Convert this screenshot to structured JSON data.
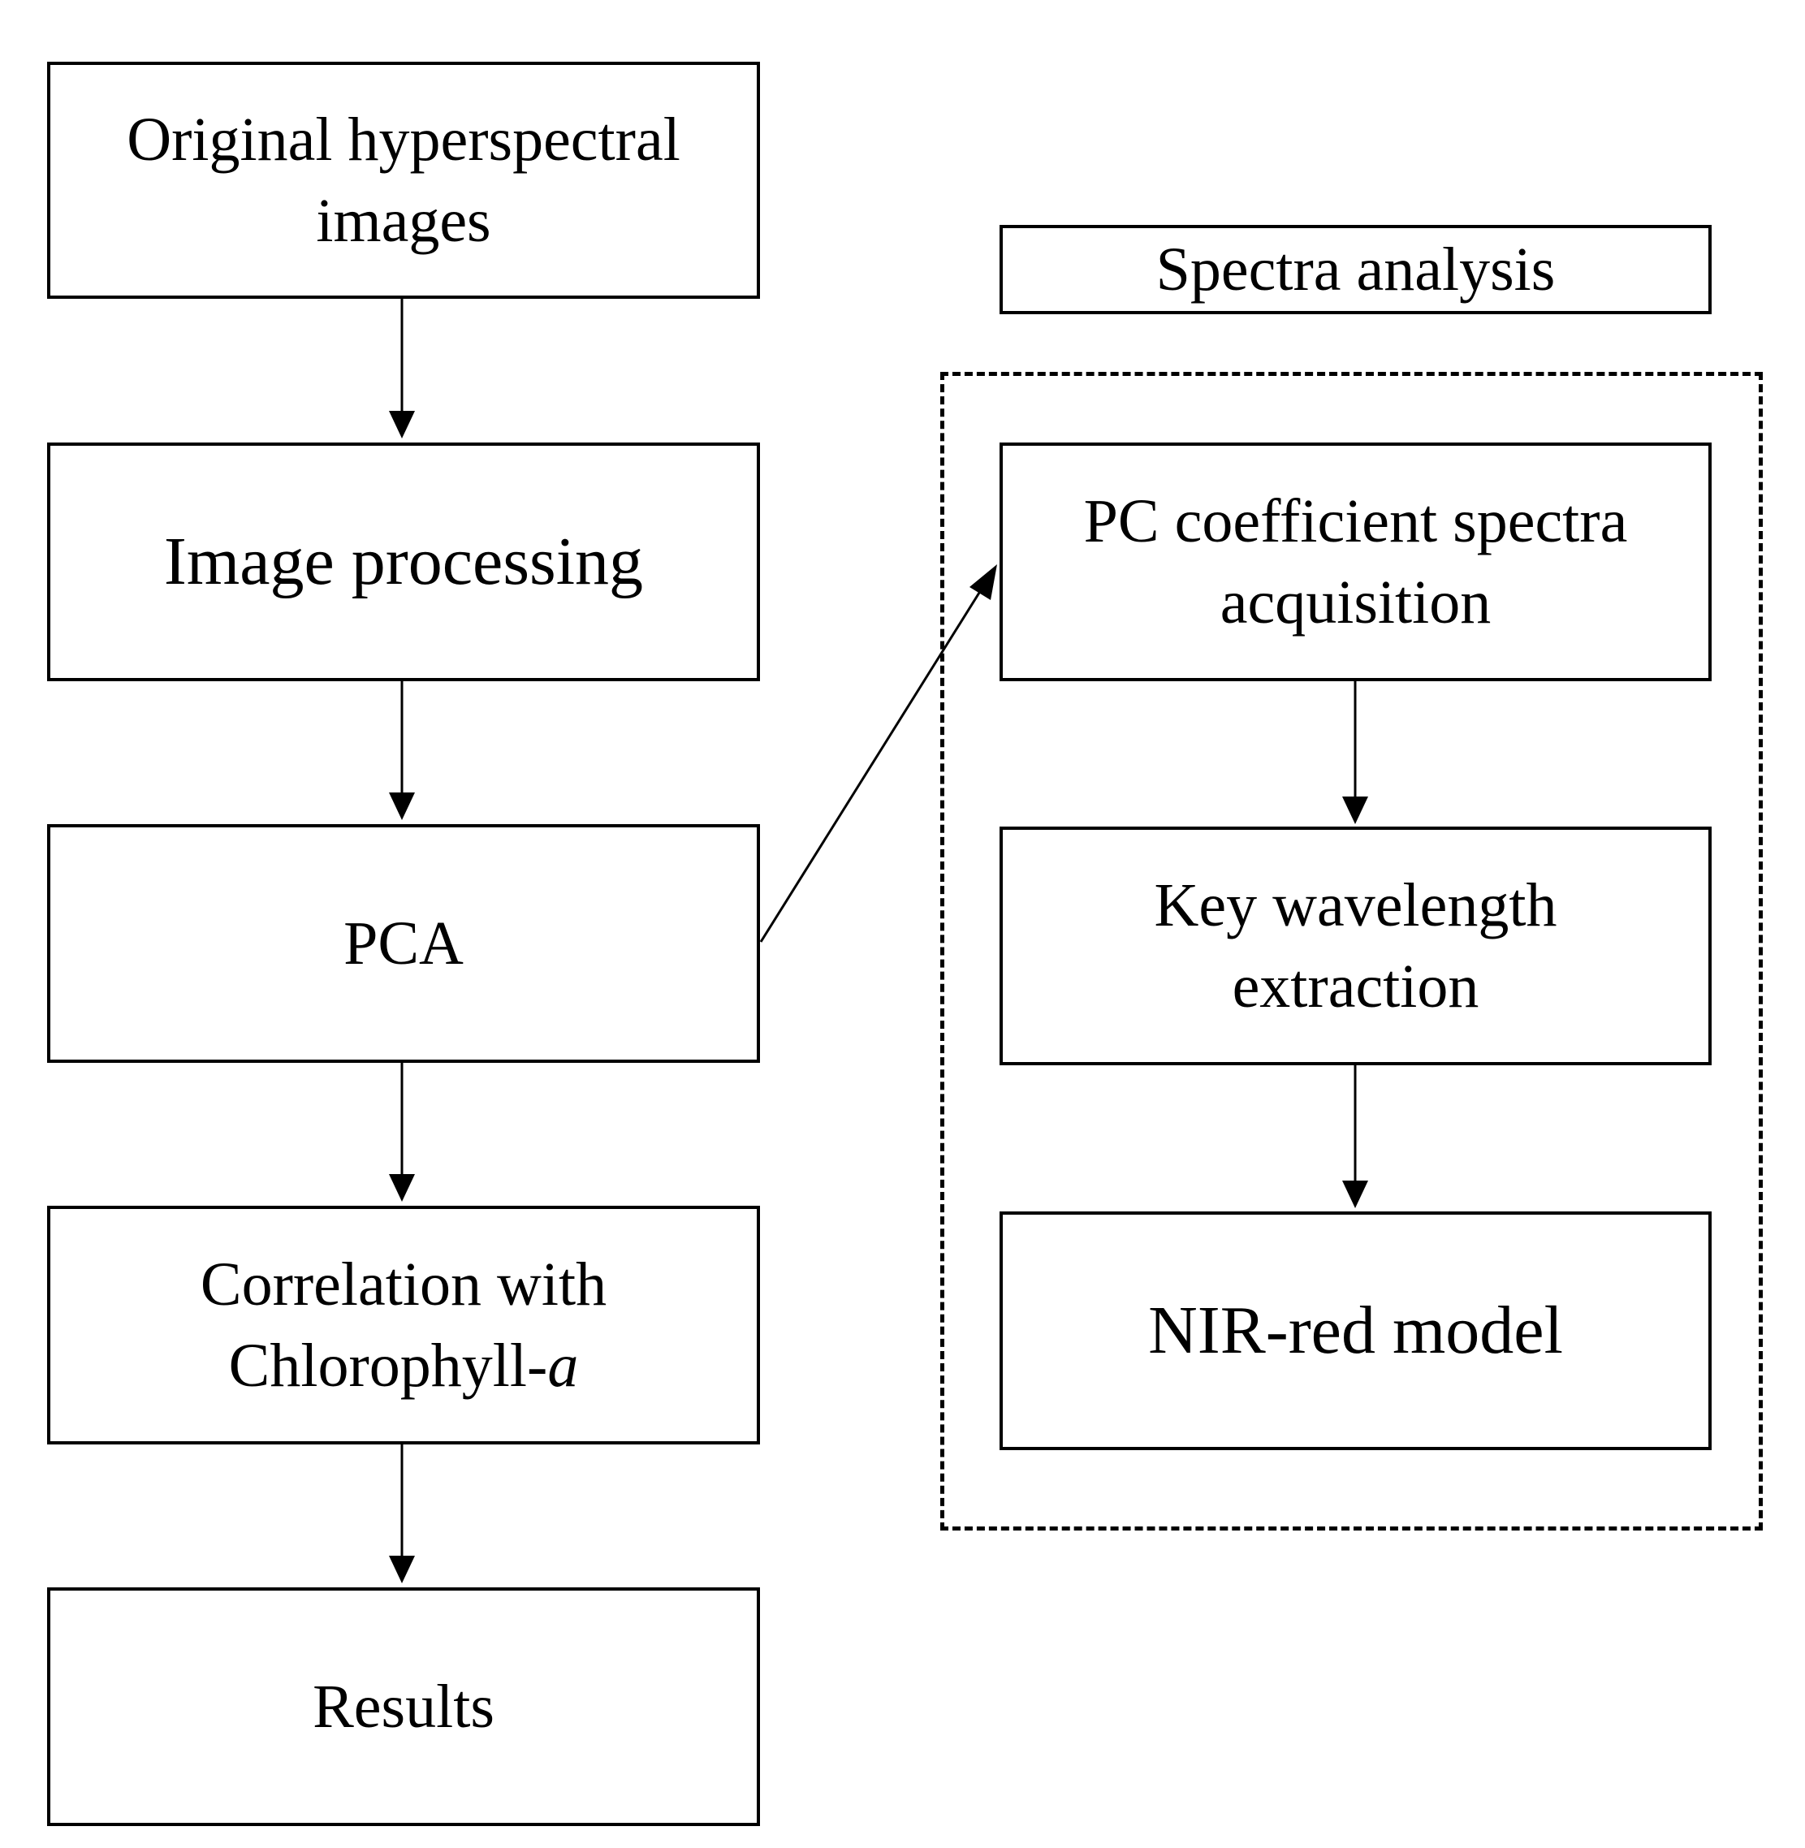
{
  "left_column": {
    "original": [
      "Original hyperspectral",
      "images"
    ],
    "image_processing": "Image processing",
    "pca": "PCA",
    "correlation": {
      "line1": "Correlation with",
      "line2_prefix": "Chlorophyll-",
      "line2_italic": "a"
    },
    "results": "Results"
  },
  "right_column": {
    "title": "Spectra analysis",
    "pc_coefficient": [
      "PC coefficient spectra",
      "acquisition"
    ],
    "key_wavelength": [
      "Key wavelength",
      "extraction"
    ],
    "nir_red": "NIR-red model"
  }
}
